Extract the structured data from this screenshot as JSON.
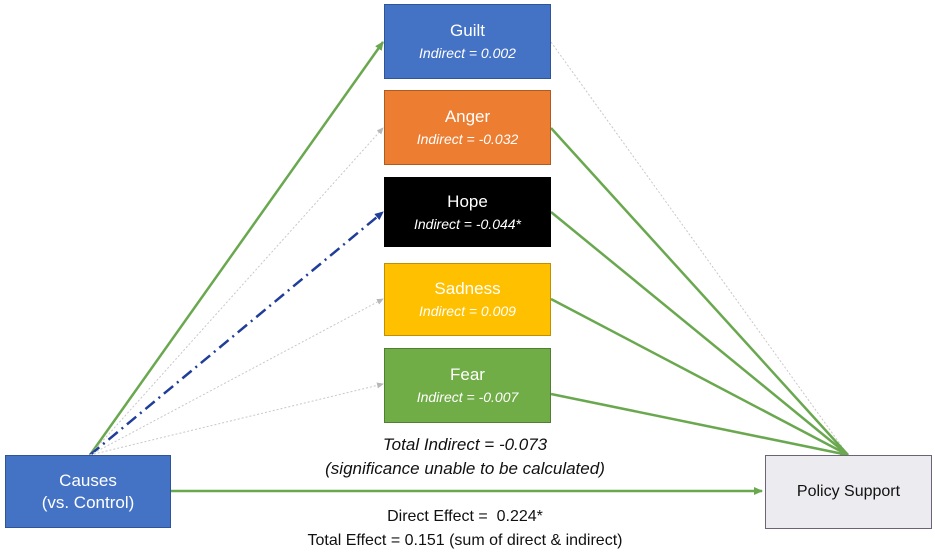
{
  "source": {
    "label_line1": "Causes",
    "label_line2": "(vs. Control)"
  },
  "target": {
    "label": "Policy Support"
  },
  "mediators": [
    {
      "id": "guilt",
      "name": "Guilt",
      "indirect": "Indirect = 0.002",
      "fill": "#4472c4",
      "text_color": "#ffffff",
      "indirect_color": "#ffffff",
      "a_path": "solid-significant",
      "b_path": "dotted"
    },
    {
      "id": "anger",
      "name": "Anger",
      "indirect": "Indirect = -0.032",
      "fill": "#ed7d31",
      "text_color": "#ffffff",
      "indirect_color": "#ffffff",
      "a_path": "dotted",
      "b_path": "solid-significant"
    },
    {
      "id": "hope",
      "name": "Hope",
      "indirect": "Indirect = -0.044*",
      "fill": "#000000",
      "text_color": "#ffffff",
      "indirect_color": "#ffffff",
      "a_path": "dash-dot-significant-negative",
      "b_path": "solid-significant"
    },
    {
      "id": "sadness",
      "name": "Sadness",
      "indirect": "Indirect = 0.009",
      "fill": "#ffc000",
      "text_color": "#ffffff",
      "indirect_color": "#ffffff",
      "a_path": "dotted",
      "b_path": "solid-significant"
    },
    {
      "id": "fear",
      "name": "Fear",
      "indirect": "Indirect = -0.007",
      "fill": "#70ad47",
      "text_color": "#ffffff",
      "indirect_color": "#ffffff",
      "a_path": "dotted",
      "b_path": "solid-significant"
    }
  ],
  "total_indirect": {
    "line1": "Total Indirect = -0.073",
    "line2": "(significance unable to be calculated)"
  },
  "direct_effect": {
    "line1": "Direct Effect =  0.224*",
    "line2": "Total Effect = 0.151 (sum of direct & indirect)"
  },
  "colors": {
    "significant_path": "#6aa84f",
    "negative_path": "#1f3d99",
    "nonsignificant_path": "#c8c8c8",
    "source_fill": "#4472c4",
    "target_fill": "#ecebf0",
    "target_border": "#6b6478"
  }
}
